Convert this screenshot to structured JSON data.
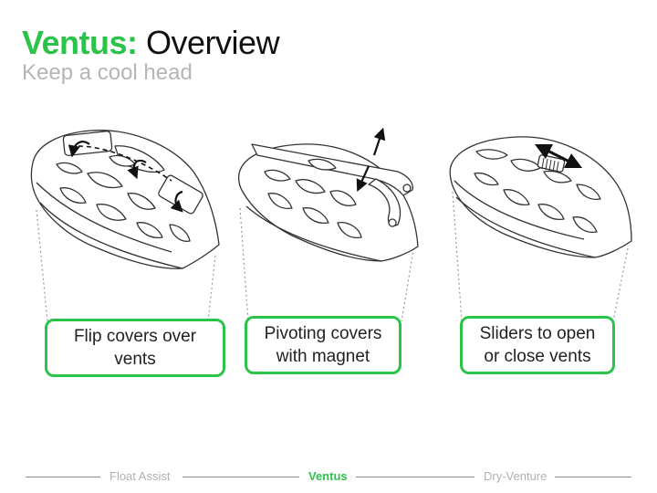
{
  "header": {
    "title_accent": "Ventus:",
    "title_rest": " Overview",
    "subtitle": "Keep a cool head"
  },
  "features": [
    {
      "label": "Flip covers over vents"
    },
    {
      "label": "Pivoting covers with magnet"
    },
    {
      "label": "Sliders to open or close vents"
    }
  ],
  "footer": {
    "nav": [
      {
        "label": "Float Assist",
        "active": false
      },
      {
        "label": "Ventus",
        "active": true
      },
      {
        "label": "Dry-Venture",
        "active": false
      }
    ]
  },
  "colors": {
    "accent": "#2bc44a",
    "subtitle": "#b5b5b5",
    "footer_text": "#b0b0b0"
  }
}
